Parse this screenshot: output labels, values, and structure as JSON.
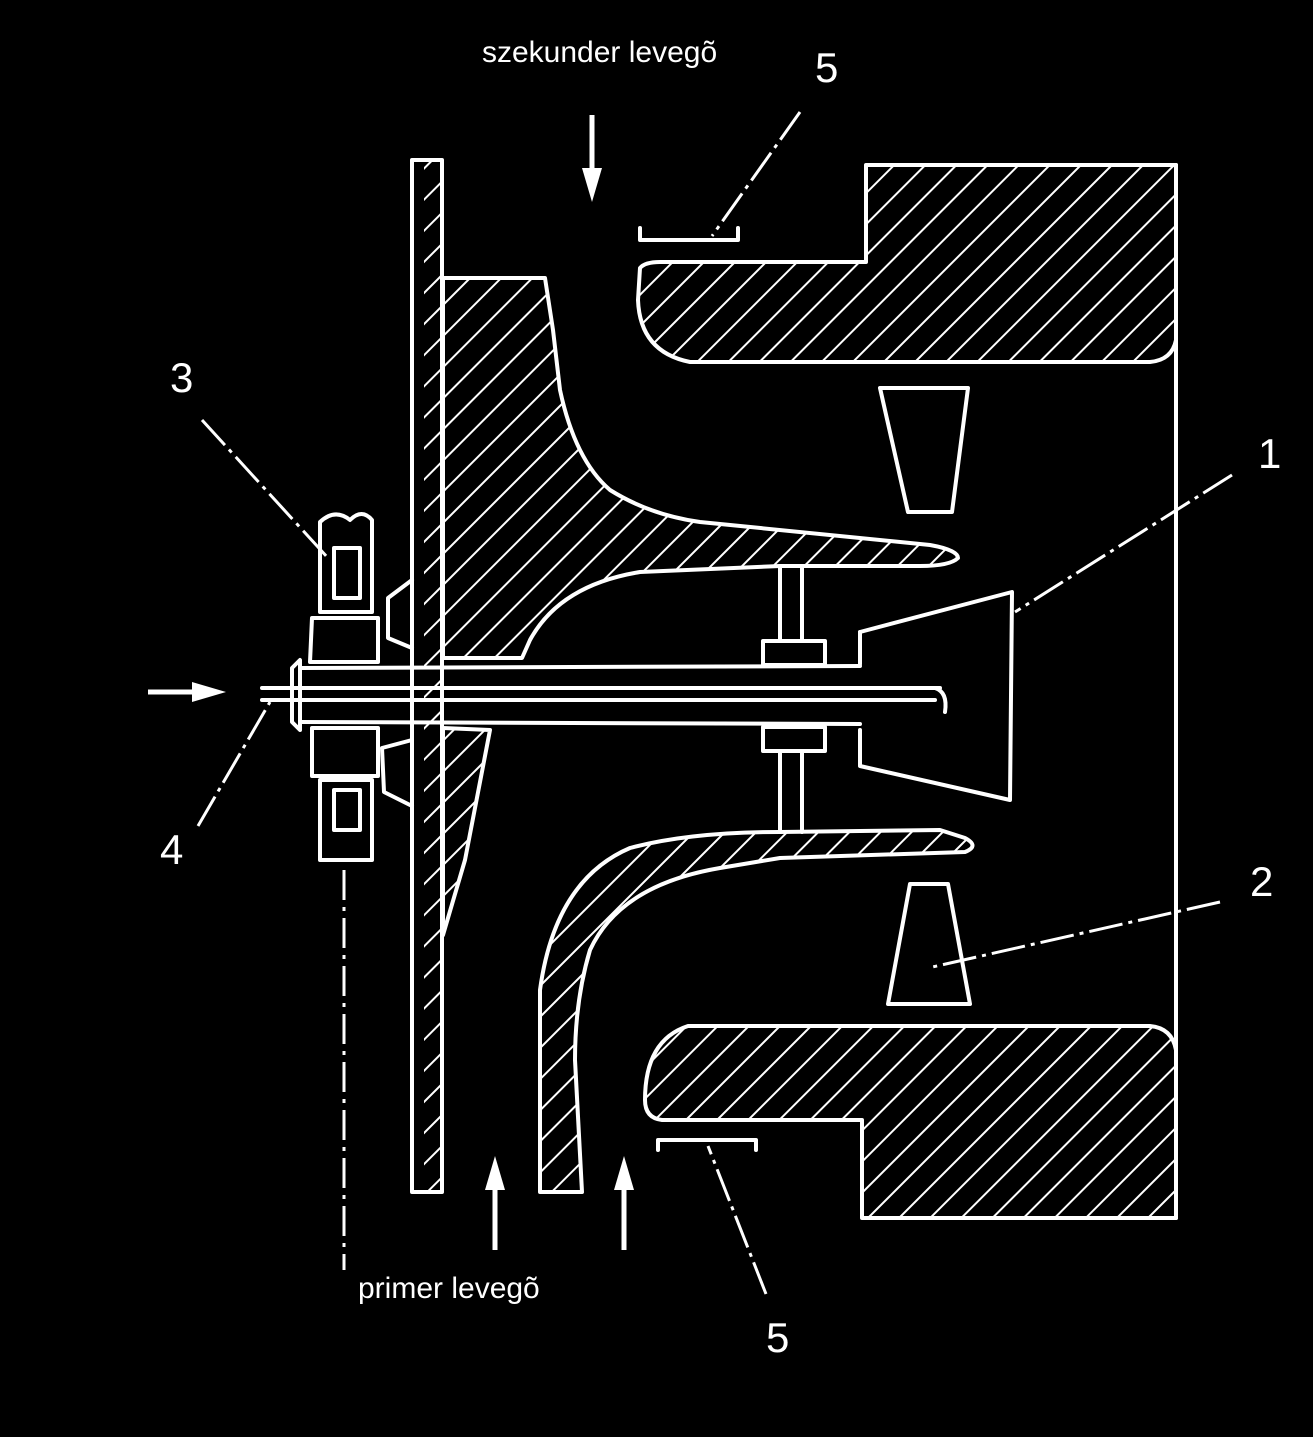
{
  "labels": {
    "secondary_air": "szekunder levegõ",
    "primary_air": "primer levegõ",
    "n1": "1",
    "n2": "2",
    "n3": "3",
    "n4": "4",
    "n5_top": "5",
    "n5_bottom": "5"
  },
  "colors": {
    "background": "#000000",
    "line": "#ffffff"
  }
}
